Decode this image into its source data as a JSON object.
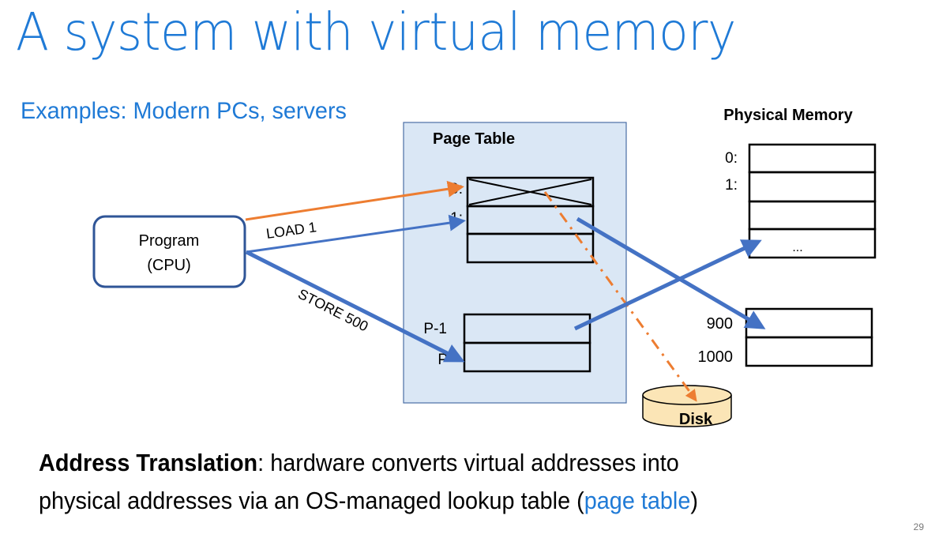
{
  "slide": {
    "title": "A system with virtual memory",
    "subtitle": "Examples: Modern PCs, servers",
    "slide_number": "29"
  },
  "program": {
    "line1": "Program",
    "line2": "(CPU)"
  },
  "instructions": {
    "load": "LOAD 1",
    "store": "STORE 500"
  },
  "page_table": {
    "title": "Page Table",
    "top_labels": [
      "0:",
      "1:"
    ],
    "bottom_labels": [
      "P-1",
      "P"
    ]
  },
  "physical_memory": {
    "title": "Physical Memory",
    "top_labels": [
      "0:",
      "1:"
    ],
    "ellipsis": "...",
    "bottom_labels": [
      "900",
      "1000"
    ]
  },
  "disk": {
    "label": "Disk"
  },
  "caption": {
    "bold": "Address Translation",
    "line1_rest": ": hardware converts virtual addresses into",
    "line2_prefix": "physical addresses via an OS-managed lookup table (",
    "highlight": "page table",
    "line2_suffix": ")"
  },
  "colors": {
    "accent_blue": "#1f7ad6",
    "arrow_blue": "#4472c4",
    "arrow_orange": "#ed7d31",
    "page_table_fill": "#dae7f5",
    "disk_fill": "#fbe5b6"
  }
}
